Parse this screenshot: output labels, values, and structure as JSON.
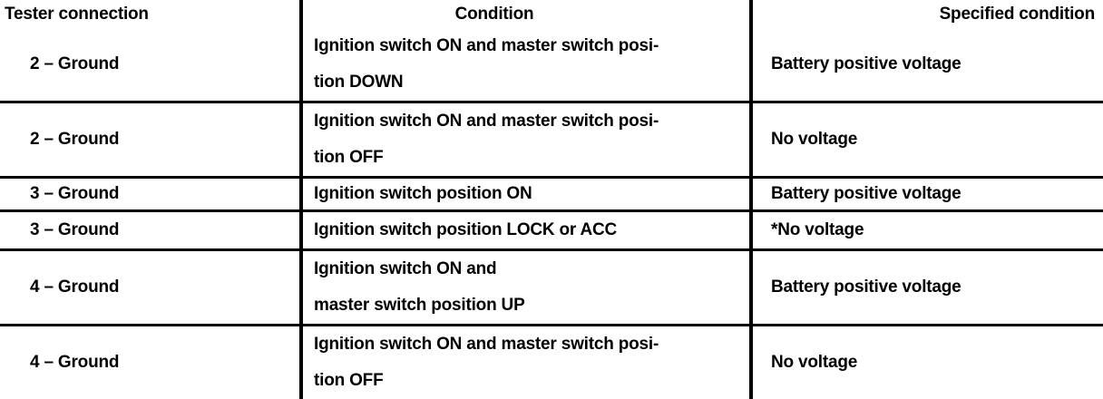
{
  "page": {
    "background_color": "#ffffff",
    "text_color": "#000000",
    "border_color": "#000000"
  },
  "table": {
    "columns": [
      "Tester connection",
      "Condition",
      "Specified condition"
    ],
    "rows": [
      {
        "tester_connection": "2 – Ground",
        "condition": "Ignition switch ON and master switch posi-\ntion DOWN",
        "specified_condition": "Battery positive voltage"
      },
      {
        "tester_connection": "2 – Ground",
        "condition": "Ignition switch ON and master switch posi-\ntion OFF",
        "specified_condition": "No voltage"
      },
      {
        "tester_connection": "3 – Ground",
        "condition": "Ignition switch position ON",
        "specified_condition": "Battery positive voltage"
      },
      {
        "tester_connection": "3 – Ground",
        "condition": "Ignition switch position LOCK or ACC",
        "specified_condition": "*No voltage"
      },
      {
        "tester_connection": "4 – Ground",
        "condition": "Ignition switch ON and\nmaster switch position UP",
        "specified_condition": "Battery positive voltage"
      },
      {
        "tester_connection": "4 – Ground",
        "condition": "Ignition switch ON and master switch posi-\ntion OFF",
        "specified_condition": "No voltage"
      }
    ]
  }
}
